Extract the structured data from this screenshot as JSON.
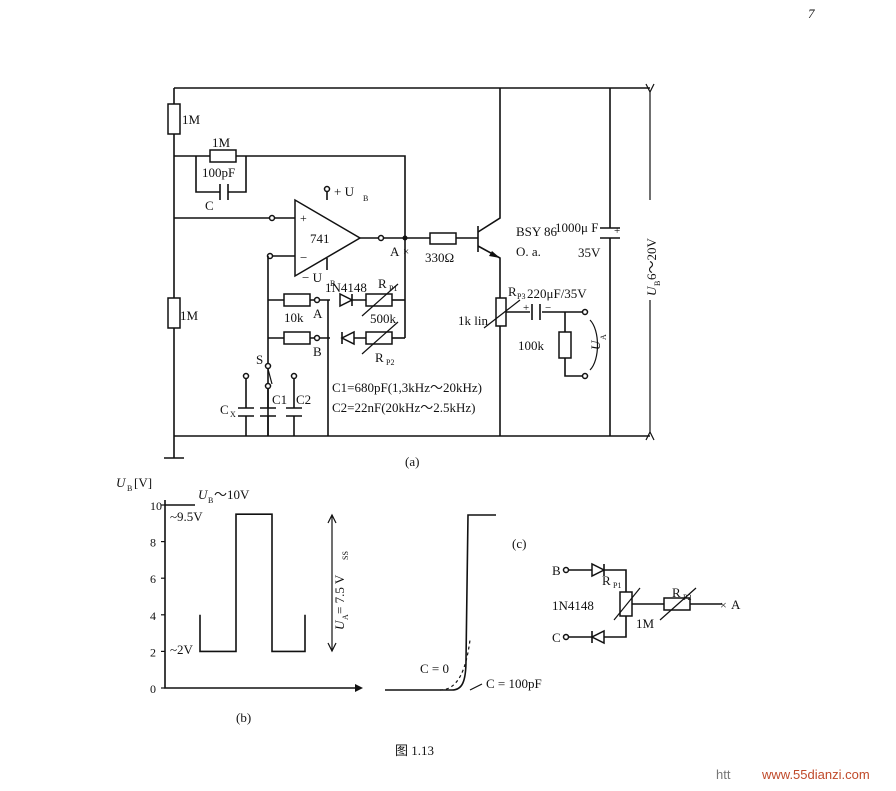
{
  "page_number": "7",
  "figure_caption": "图 1.13",
  "panel_labels": {
    "a": "(a)",
    "b": "(b)",
    "c": "(c)"
  },
  "circuit_a": {
    "r_top": "1M",
    "r_feedback": "1M",
    "c_feedback": "100pF",
    "c_label": "C",
    "r_bottom": "1M",
    "opamp": "741",
    "plus_supply": "+ U",
    "minus_supply": "− U",
    "supply_sub": "B",
    "node_a": "A",
    "node_b": "B",
    "r_series": "330Ω",
    "transistor": "BSY 86",
    "transistor_note": "O. a.",
    "diode": "1N4148",
    "rp1": "R",
    "rp1_sub": "P1",
    "rp2": "R",
    "rp2_sub": "P2",
    "r10k": "10k",
    "pot500k": "500k",
    "rp3_label": "R",
    "rp3_sub": "P3",
    "c_out": "220μF/35V",
    "pot1k": "1k lin",
    "r100k": "100k",
    "ua": "U",
    "ua_sub": "A",
    "cap_supply": "1000μ F",
    "cap_supply_v": "35V",
    "supply_range": "U",
    "supply_range_sub": "B",
    "supply_range_val": "6～20V",
    "switch": "S",
    "cx": "C",
    "cx_sub": "X",
    "c1": "C1",
    "c2": "C2",
    "c1_spec": "C1=680pF(1,3kHz～20kHz)",
    "c2_spec": "C2=22nF(20kHz～2.5kHz)"
  },
  "chart_b": {
    "ylabel": "U",
    "ylabel_sub": "B",
    "ylabel_unit": "[V]",
    "yticks": [
      "0",
      "2",
      "4",
      "6",
      "8",
      "10"
    ],
    "ub_label": "U",
    "ub_sub": "B",
    "ub_val": "～10V",
    "high_label": "9.5V",
    "low_label": "2V",
    "amp_label": "U",
    "amp_sub": "A",
    "amp_val": "= 7.5 V",
    "amp_unit_sub": "SS",
    "edge_c0": "C = 0",
    "edge_c100": "C = 100pF"
  },
  "circuit_c": {
    "in_b": "B",
    "in_c": "C",
    "diode": "1N4148",
    "rp1": "R",
    "rp1_sub": "P1",
    "rp2": "R",
    "rp2_sub": "P2",
    "r1m": "1M",
    "out": "A"
  },
  "watermark": "www.55dianzi.com",
  "watermark_prefix": "htt"
}
